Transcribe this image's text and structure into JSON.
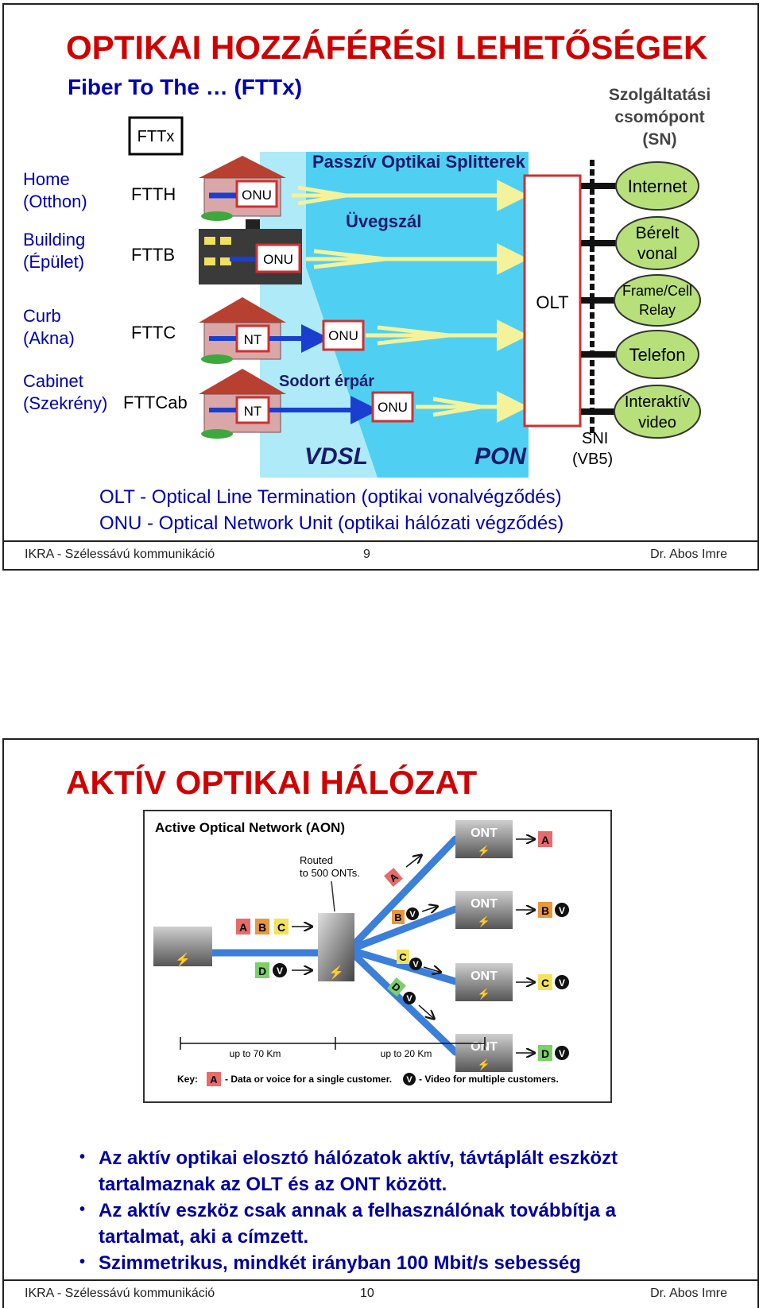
{
  "slide1": {
    "title": "OPTIKAI HOZZÁFÉRÉSI LEHETŐSÉGEK",
    "subtitle": "Fiber To The … (FTTx)",
    "left_labels": [
      "Home",
      "(Otthon)",
      "Building",
      "(Épület)",
      "Curb",
      "(Akna)",
      "Cabinet",
      "(Szekrény)"
    ],
    "diagram": {
      "fttx_box": "FTTx",
      "sn_label": [
        "Szolgáltatási",
        "csomópont",
        "(SN)"
      ],
      "rows": [
        "FTTH",
        "FTTB",
        "FTTC",
        "FTTCab"
      ],
      "onu": "ONU",
      "nt": "NT",
      "olt": "OLT",
      "splitter_label": "Passzív Optikai Splitterek",
      "fiber_label": "Üvegszál",
      "twisted_label": "Sodort érpár",
      "vdsl": "VDSL",
      "pon": "PON",
      "sni": [
        "SNI",
        "(VB5)"
      ],
      "services": [
        [
          "Internet"
        ],
        [
          "Bérelt",
          "vonal"
        ],
        [
          "Frame/Cell",
          "Relay"
        ],
        [
          "Telefon"
        ],
        [
          "Interaktív",
          "video"
        ]
      ]
    },
    "legend": [
      "OLT  - Optical Line Termination (optikai vonalvégződés)",
      "ONU - Optical Network Unit (optikai hálózati végződés)"
    ],
    "footer": {
      "left": "IKRA - Szélessávú kommunikáció",
      "page": "9",
      "right": "Dr. Abos Imre"
    }
  },
  "slide2": {
    "title": "AKTÍV OPTIKAI HÁLÓZAT",
    "diagram": {
      "heading": "Active Optical Network (AON)",
      "routed": [
        "Routed",
        "to 500 ONTs."
      ],
      "ont": "ONT",
      "letters": [
        "A",
        "B",
        "C",
        "D"
      ],
      "video": "V",
      "dist1": "up to 70 Km",
      "dist2": "up to 20 Km",
      "key_label": "Key:",
      "key_data": "- Data or voice for a single customer.",
      "key_video": "- Video for multiple customers."
    },
    "bullets": [
      [
        "Az aktív optikai elosztó hálózatok aktív, távtáplált eszközt",
        "tartalmaznak az OLT és az ONT között."
      ],
      [
        "Az aktív eszköz csak annak a felhasználónak továbbítja a",
        "tartalmat, aki a címzett."
      ],
      [
        "Szimmetrikus, mindkét irányban 100 Mbit/s sebesség"
      ]
    ],
    "footer": {
      "left": "IKRA - Szélessávú kommunikáció",
      "page": "10",
      "right": "Dr. Abos Imre"
    }
  },
  "colors": {
    "title_red": "#d10000",
    "text_blue": "#0000b0",
    "cyan_bg": "#4fd0f2",
    "service_green": "#b7e07a",
    "fiber_yellow": "#f4f29a"
  }
}
